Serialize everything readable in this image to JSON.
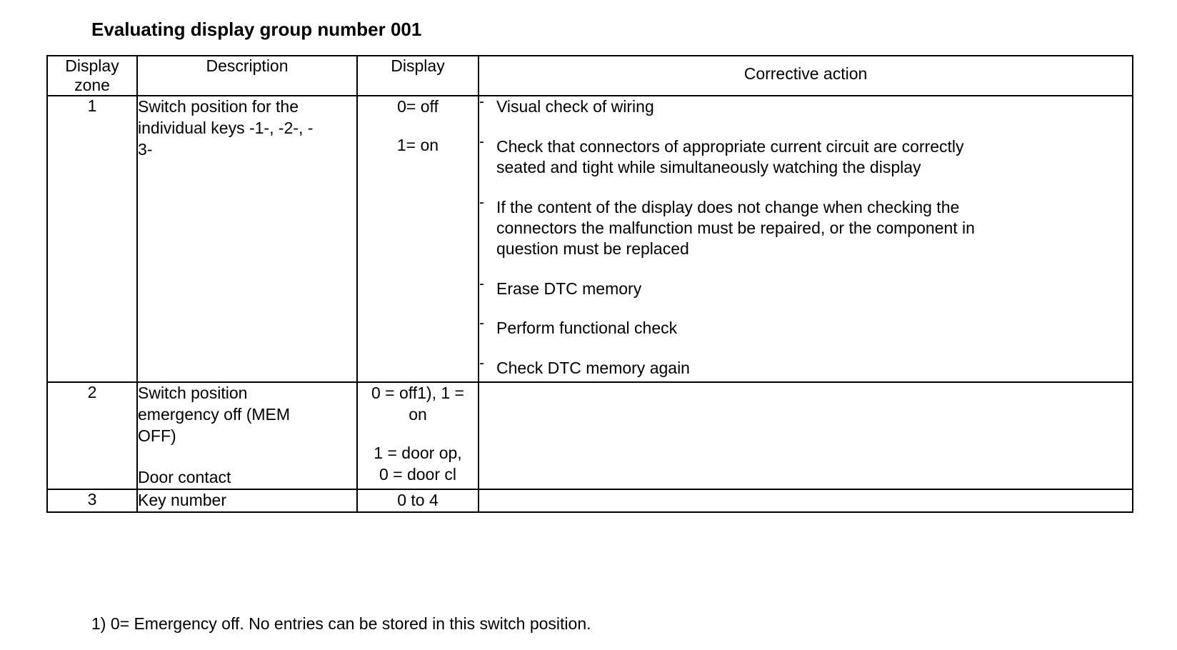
{
  "document": {
    "title": "Evaluating display group number 001",
    "footnote": "1) 0= Emergency off. No entries can be stored in this switch position."
  },
  "table": {
    "headers": {
      "zone": "Display zone",
      "zone_line1": "Display",
      "zone_line2": "zone",
      "description": "Description",
      "display": "Display",
      "corrective_action": "Corrective action"
    },
    "rows": [
      {
        "zone": "1",
        "description_lines": [
          "Switch position for the",
          "individual keys -1-, -2-, -",
          "3-"
        ],
        "display_lines": [
          "0= off",
          "",
          "1= on"
        ],
        "actions": [
          {
            "bullet": "-",
            "lines": [
              "Visual check of wiring"
            ]
          },
          {
            "bullet": "-",
            "lines": [
              "Check that connectors of appropriate current circuit are correctly",
              "seated and tight while simultaneously watching the display"
            ]
          },
          {
            "bullet": "-",
            "lines": [
              "If the content of the display does not change when checking the",
              "connectors the malfunction must be repaired, or the component in",
              "question must be replaced"
            ]
          },
          {
            "bullet": "-",
            "lines": [
              "Erase DTC memory"
            ]
          },
          {
            "bullet": "-",
            "lines": [
              "Perform functional check"
            ]
          },
          {
            "bullet": "-",
            "lines": [
              "Check DTC memory again"
            ]
          }
        ]
      },
      {
        "zone": "2",
        "description_lines": [
          "Switch position",
          "emergency off (MEM",
          "OFF)",
          "",
          "Door contact"
        ],
        "display_lines": [
          "0 = off1), 1 =",
          "on",
          "",
          "1 = door op,",
          "0 = door cl"
        ],
        "actions": []
      },
      {
        "zone": "3",
        "description_lines": [
          "Key number"
        ],
        "display_lines": [
          "0 to 4"
        ],
        "actions": []
      }
    ]
  },
  "colors": {
    "text": "#000000",
    "background": "#ffffff",
    "border": "#000000"
  }
}
